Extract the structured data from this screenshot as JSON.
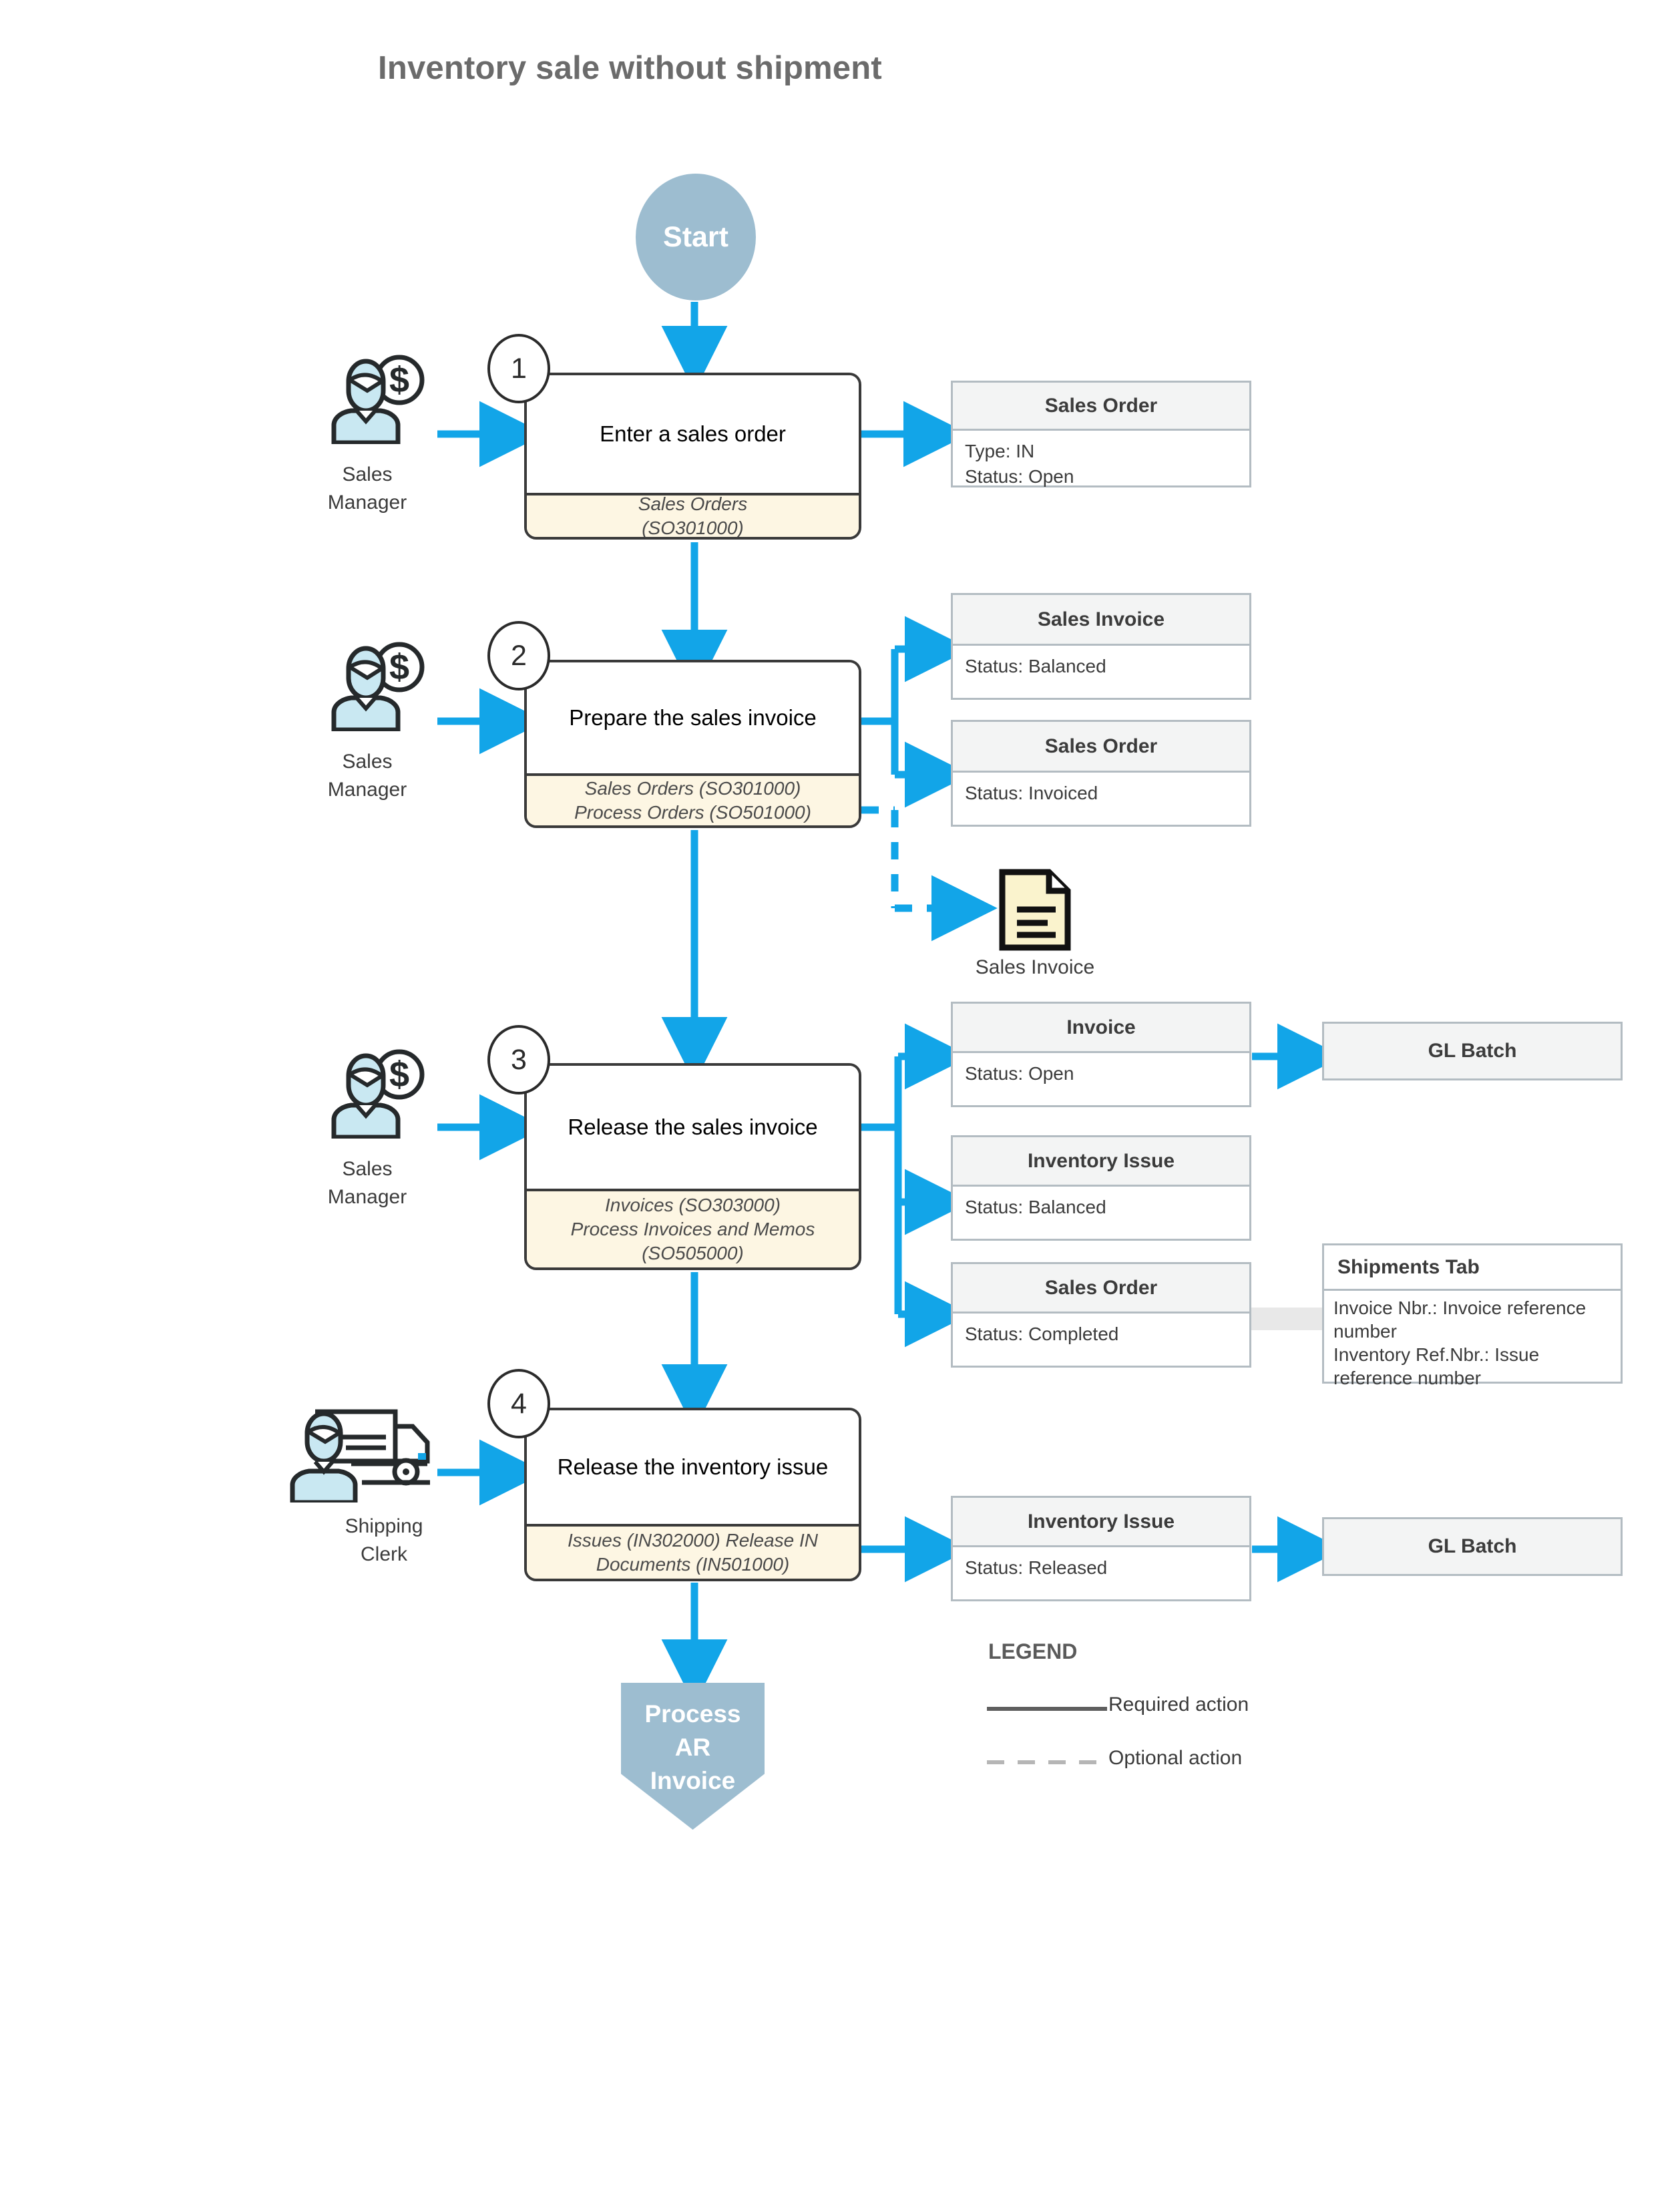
{
  "title": "Inventory sale without shipment",
  "start": {
    "label": "Start"
  },
  "end": {
    "line1": "Process",
    "line2": "AR",
    "line3": "Invoice"
  },
  "roles": [
    {
      "name": "sales-manager",
      "line1": "Sales",
      "line2": "Manager",
      "icon": "sales-person-dollar-icon"
    },
    {
      "name": "sales-manager",
      "line1": "Sales",
      "line2": "Manager",
      "icon": "sales-person-dollar-icon"
    },
    {
      "name": "sales-manager",
      "line1": "Sales",
      "line2": "Manager",
      "icon": "sales-person-dollar-icon"
    },
    {
      "name": "shipping-clerk",
      "line1": "Shipping",
      "line2": "Clerk",
      "icon": "shipping-person-truck-icon"
    }
  ],
  "steps": [
    {
      "number": "1",
      "action": "Enter a sales order",
      "screens": "Sales Orders\n(SO301000)"
    },
    {
      "number": "2",
      "action": "Prepare the sales invoice",
      "screens": "Sales Orders (SO301000)\nProcess Orders (SO501000)"
    },
    {
      "number": "3",
      "action": "Release the sales invoice",
      "screens": "Invoices (SO303000)\nProcess Invoices and Memos\n(SO505000)"
    },
    {
      "number": "4",
      "action": "Release the inventory issue",
      "screens": "Issues (IN302000) Release IN\nDocuments (IN501000)"
    }
  ],
  "cards": {
    "so_open": {
      "title": "Sales Order",
      "lines": [
        "Type: IN",
        "Status: Open"
      ]
    },
    "si_balanced": {
      "title": "Sales Invoice",
      "lines": [
        "Status: Balanced"
      ]
    },
    "so_invoiced": {
      "title": "Sales Order",
      "lines": [
        "Status: Invoiced"
      ]
    },
    "inv_open": {
      "title": "Invoice",
      "lines": [
        "Status: Open"
      ]
    },
    "ii_balanced": {
      "title": "Inventory Issue",
      "lines": [
        "Status: Balanced"
      ]
    },
    "so_completed": {
      "title": "Sales Order",
      "lines": [
        "Status: Completed"
      ]
    },
    "ii_released": {
      "title": "Inventory Issue",
      "lines": [
        "Status: Released"
      ]
    },
    "gl_batch_1": {
      "title": "GL Batch"
    },
    "gl_batch_2": {
      "title": "GL Batch"
    },
    "shipments_tab": {
      "title": "Shipments Tab",
      "lines": [
        "Invoice Nbr.: Invoice reference",
        "number",
        "Inventory Ref.Nbr.: Issue",
        "reference number"
      ]
    }
  },
  "documents": [
    {
      "name": "sales-invoice-document",
      "label": "Sales Invoice"
    }
  ],
  "legend": {
    "title": "LEGEND",
    "required": "Required action",
    "optional": "Optional action"
  },
  "colors": {
    "flow_blue": "#12a5e8",
    "node_blue": "#9dbdd0",
    "card_border": "#b3bcc2",
    "card_head": "#f3f4f4",
    "proc_footer": "#fdf6e3",
    "proc_border": "#3a3a3a",
    "title_gray": "#6b6b6b",
    "legend_solid": "#5f5f5f",
    "legend_dash": "#b6b6b6"
  }
}
